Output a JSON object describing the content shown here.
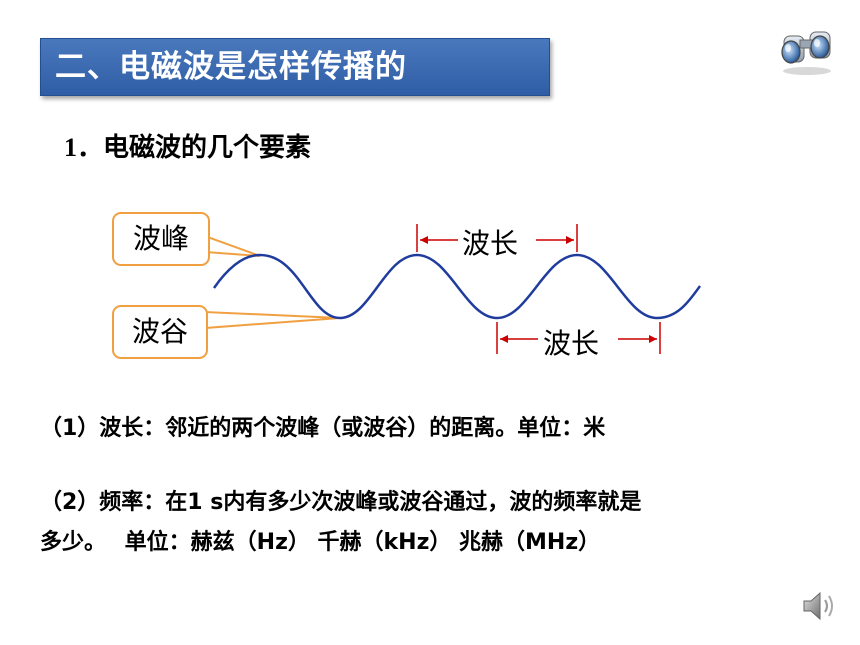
{
  "title": "二、电磁波是怎样传播的",
  "heading": {
    "number": "1．",
    "text": "电磁波的几个要素"
  },
  "diagram": {
    "peak_label": "波峰",
    "trough_label": "波谷",
    "wavelength_label_top": "波长",
    "wavelength_label_bottom": "波长",
    "wave_color": "#1f3c9e",
    "marker_color": "#cc0000",
    "callout_border": "#f0a040"
  },
  "paragraphs": {
    "p1": "（1）波长：邻近的两个波峰（或波谷）的距离。单位：米",
    "p2_line1": "（2）频率：在1 s内有多少次波峰或波谷通过，波的频率就是",
    "p2_line2": "多少。　 单位：赫兹（Hz） 千赫（kHz） 兆赫（MHz）"
  },
  "icons": {
    "binoculars": "binoculars-icon",
    "speaker": "speaker-icon"
  }
}
